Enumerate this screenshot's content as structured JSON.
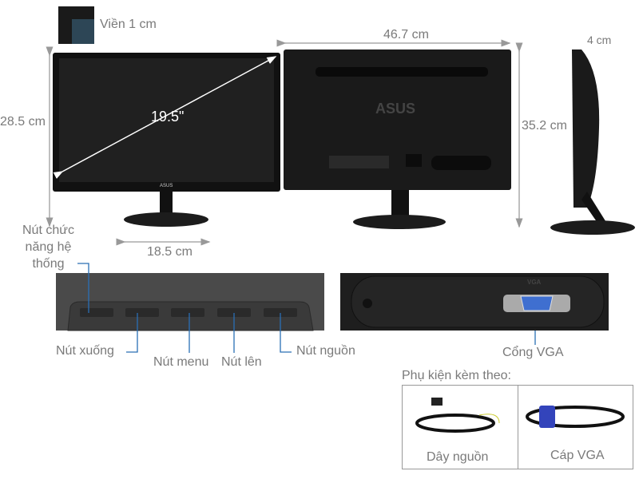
{
  "dimensions": {
    "bezel": "Viền 1 cm",
    "diagonal": "19.5\"",
    "front_height": "28.5 cm",
    "base_width": "18.5 cm",
    "width": "46.7 cm",
    "total_height": "35.2 cm",
    "depth": "4 cm"
  },
  "brand_logo": "ASUS",
  "buttons": {
    "system": "Nút chức năng hệ thống",
    "system_lines": [
      "Nút chức",
      "năng hệ",
      "thống"
    ],
    "down": "Nút xuống",
    "menu": "Nút menu",
    "up": "Nút lên",
    "power": "Nút nguồn"
  },
  "ports": {
    "vga_printed": "VGA",
    "vga_label": "Cổng VGA"
  },
  "accessories": {
    "title": "Phụ kiện kèm theo:",
    "items": [
      {
        "label": "Dây nguồn"
      },
      {
        "label": "Cáp VGA"
      }
    ]
  },
  "colors": {
    "callout_line": "#2a6fb5",
    "text": "#7a7a7a",
    "vga_port": "#3f6fd0"
  }
}
